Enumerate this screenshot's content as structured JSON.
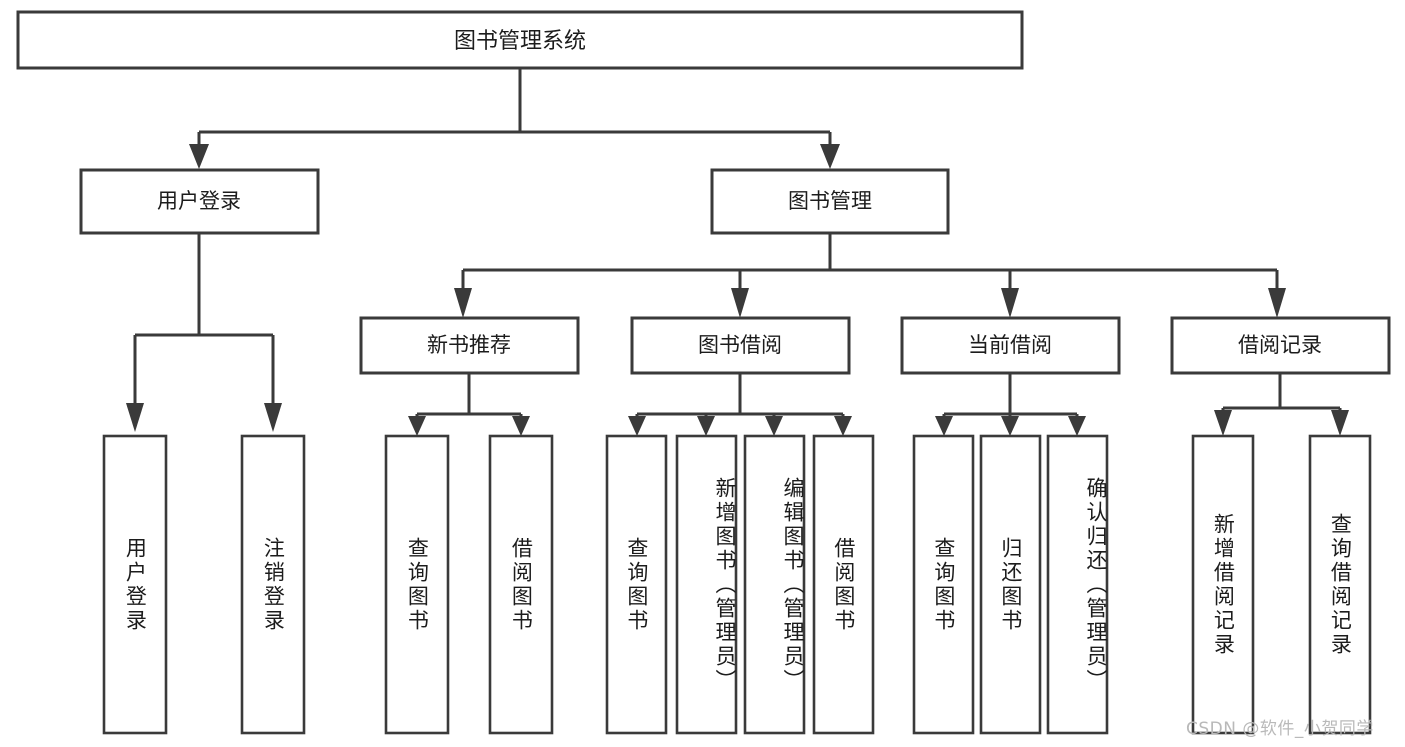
{
  "diagram": {
    "type": "tree-hierarchy",
    "title": "图书管理系统",
    "orientation": "top-down",
    "colors": {
      "stroke": "#3a3a3a",
      "fill": "#ffffff",
      "text": "#1c1c1c",
      "watermark": "#b9b9b9",
      "background": "#ffffff"
    },
    "root": {
      "label": "图书管理系统"
    },
    "level1": [
      {
        "id": "user-login",
        "label": "用户登录"
      },
      {
        "id": "book-management",
        "label": "图书管理"
      }
    ],
    "level2": [
      {
        "id": "new-book-recommend",
        "label": "新书推荐",
        "parent": "book-management"
      },
      {
        "id": "book-borrow",
        "label": "图书借阅",
        "parent": "book-management"
      },
      {
        "id": "current-borrow",
        "label": "当前借阅",
        "parent": "book-management"
      },
      {
        "id": "borrow-record",
        "label": "借阅记录",
        "parent": "book-management"
      }
    ],
    "leaves": {
      "user-login": [
        {
          "id": "leaf-user-login",
          "label": "用户登录"
        },
        {
          "id": "leaf-logout",
          "label": "注销登录"
        }
      ],
      "new-book-recommend": [
        {
          "id": "leaf-query-book-1",
          "label": "查询图书"
        },
        {
          "id": "leaf-borrow-book-1",
          "label": "借阅图书"
        }
      ],
      "book-borrow": [
        {
          "id": "leaf-query-book-2",
          "label": "查询图书"
        },
        {
          "id": "leaf-add-book",
          "label": "新增图书（管理员）"
        },
        {
          "id": "leaf-edit-book",
          "label": "编辑图书（管理员）"
        },
        {
          "id": "leaf-borrow-book-2",
          "label": "借阅图书"
        }
      ],
      "current-borrow": [
        {
          "id": "leaf-query-book-3",
          "label": "查询图书"
        },
        {
          "id": "leaf-return-book",
          "label": "归还图书"
        },
        {
          "id": "leaf-confirm-return",
          "label": "确认归还（管理员）"
        }
      ],
      "borrow-record": [
        {
          "id": "leaf-add-record",
          "label": "新增借阅记录"
        },
        {
          "id": "leaf-query-record",
          "label": "查询借阅记录"
        }
      ]
    }
  },
  "watermark": {
    "text": "CSDN @软件_小贺同学"
  }
}
